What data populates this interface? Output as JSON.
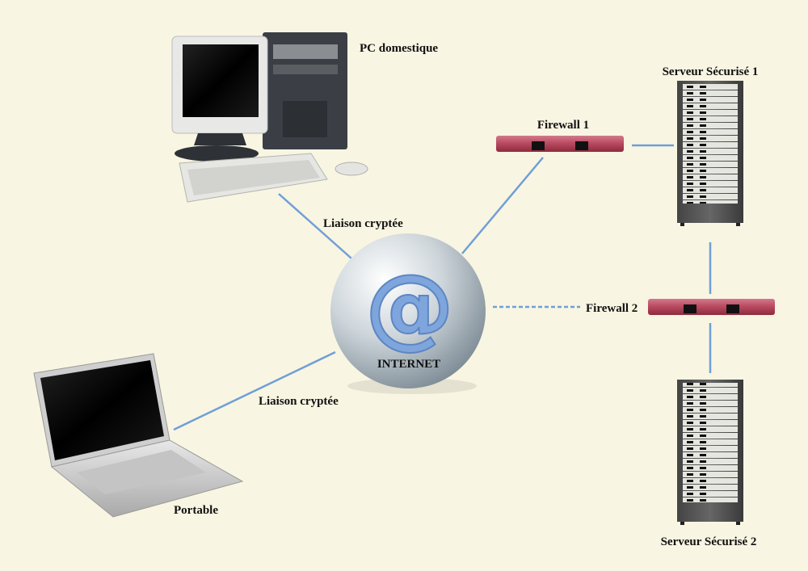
{
  "labels": {
    "pc": "PC domestique",
    "laptop": "Portable",
    "internet": "INTERNET",
    "link_pc": "Liaison cryptée",
    "link_laptop": "Liaison cryptée",
    "firewall1": "Firewall 1",
    "firewall2": "Firewall 2",
    "server1": "Serveur Sécurisé 1",
    "server2": "Serveur Sécurisé 2",
    "at_symbol": "@"
  },
  "colors": {
    "background": "#f8f5e2",
    "link": "#6f9fd6",
    "firewall": "#b8485e",
    "globe": "#c9d2d8"
  }
}
